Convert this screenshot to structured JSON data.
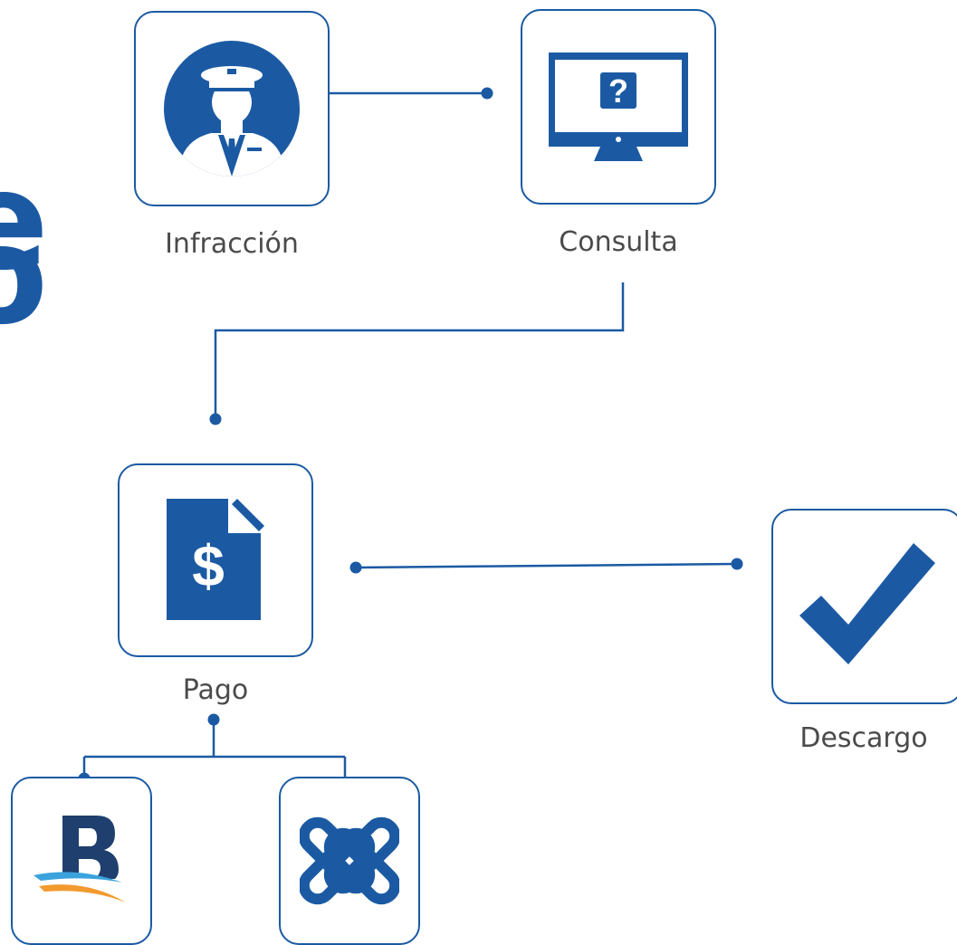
{
  "title_fragment": {
    "line1": "e",
    "line2": "o"
  },
  "nodes": {
    "infraccion": {
      "label": "Infracción",
      "icon": "police-officer-icon"
    },
    "consulta": {
      "label": "Consulta",
      "icon": "monitor-question-icon",
      "glyph": "?"
    },
    "pago": {
      "label": "Pago",
      "icon": "dollar-document-icon",
      "glyph": "$"
    },
    "descargo": {
      "label": "Descargo",
      "icon": "checkmark-icon"
    },
    "bank_one": {
      "label": "",
      "icon": "bank-b-logo-icon"
    },
    "bank_two": {
      "label": "",
      "icon": "interlocking-links-logo-icon"
    }
  },
  "colors": {
    "primary": "#1b5aa3",
    "label_text": "#4b4b4b",
    "logo_navy": "#1f3f6e",
    "logo_sky": "#3aa3dd",
    "logo_orange": "#f29a2e"
  }
}
